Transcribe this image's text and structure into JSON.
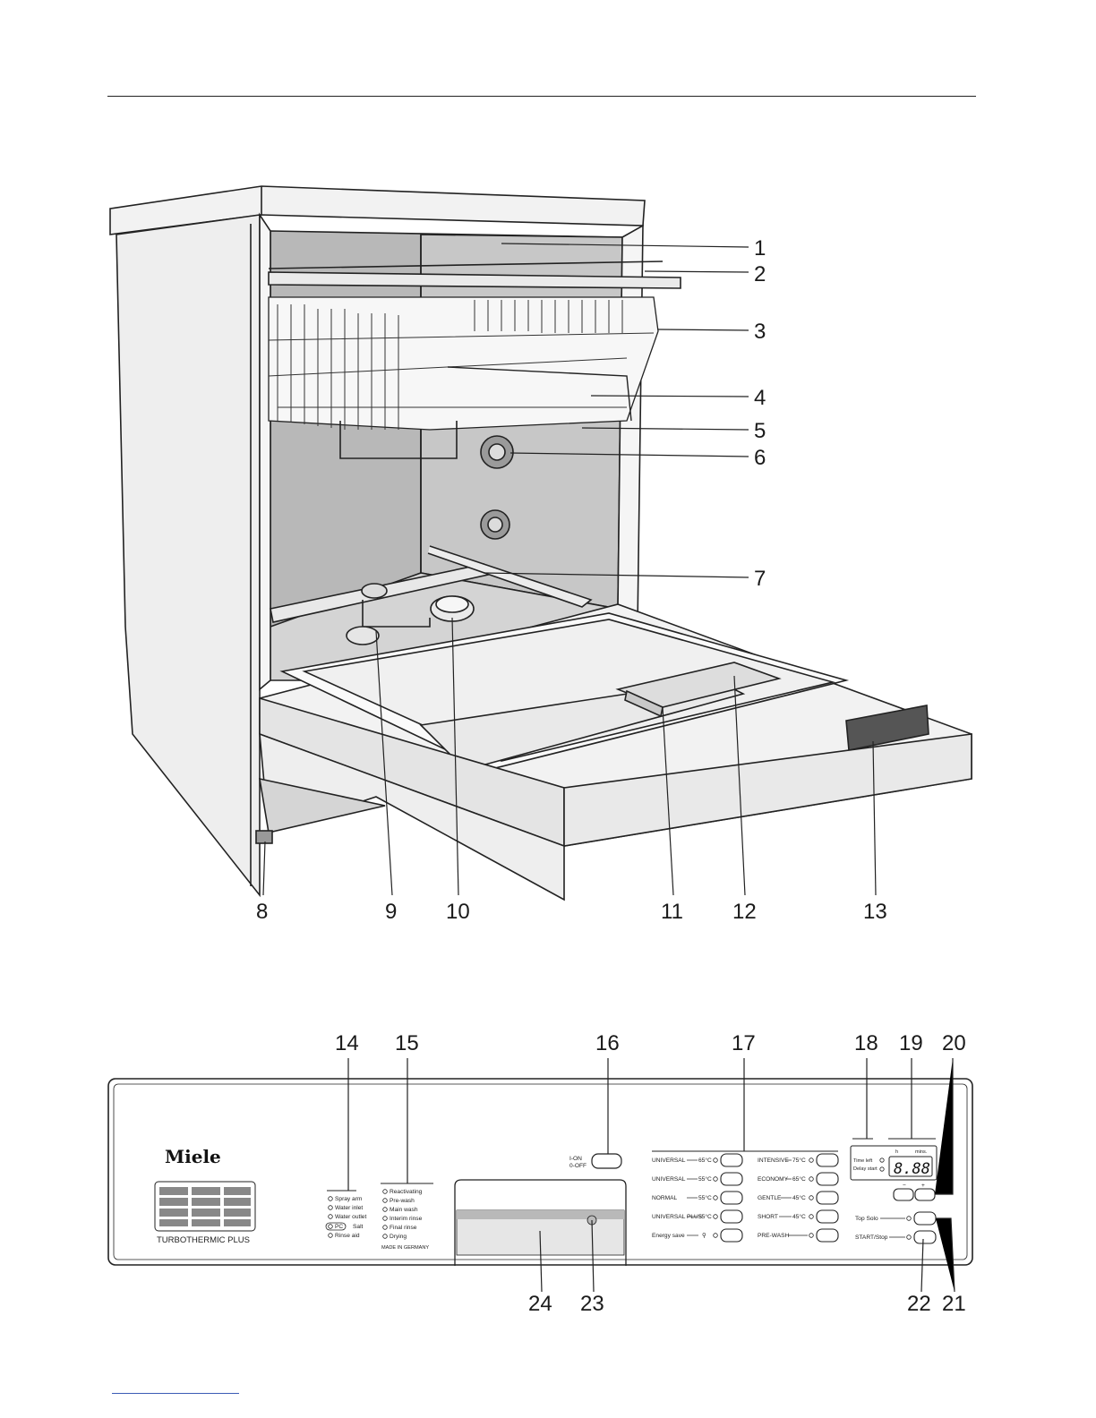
{
  "figure1": {
    "callouts": [
      "1",
      "2",
      "3",
      "4",
      "5",
      "6",
      "7",
      "8",
      "9",
      "10",
      "11",
      "12",
      "13"
    ]
  },
  "figure2": {
    "callouts": [
      "14",
      "15",
      "16",
      "17",
      "18",
      "19",
      "20",
      "21",
      "22",
      "23",
      "24"
    ],
    "brand": "Miele",
    "model": "TURBOTHERMIC PLUS",
    "indicators_left": [
      "Spray arm",
      "Water inlet",
      "Water outlet",
      "PC",
      "Salt",
      "Rinse aid"
    ],
    "indicators_mid": [
      "Reactivating",
      "Pre-wash",
      "Main wash",
      "Interim rinse",
      "Final rinse",
      "Drying"
    ],
    "made_in": "MADE IN GERMANY",
    "power_on": "I-ON",
    "power_off": "0-OFF",
    "programs_left": [
      {
        "name": "UNIVERSAL",
        "temp": "65°C"
      },
      {
        "name": "UNIVERSAL",
        "temp": "55°C"
      },
      {
        "name": "NORMAL",
        "temp": "55°C"
      },
      {
        "name": "UNIVERSAL PLUS",
        "temp": "55°C"
      },
      {
        "name": "Energy save",
        "temp": ""
      }
    ],
    "programs_right": [
      {
        "name": "INTENSIVE",
        "temp": "75°C"
      },
      {
        "name": "ECONOMY",
        "temp": "65°C"
      },
      {
        "name": "GENTLE",
        "temp": "45°C"
      },
      {
        "name": "SHORT",
        "temp": "45°C"
      },
      {
        "name": "PRE-WASH",
        "temp": ""
      }
    ],
    "time_left": "Time left",
    "delay_start": "Delay start",
    "display_value": "8.88",
    "unit_h": "h",
    "unit_min": "mins.",
    "minus": "−",
    "plus": "+",
    "top_solo": "Top Solo",
    "start_stop": "START/Stop"
  }
}
